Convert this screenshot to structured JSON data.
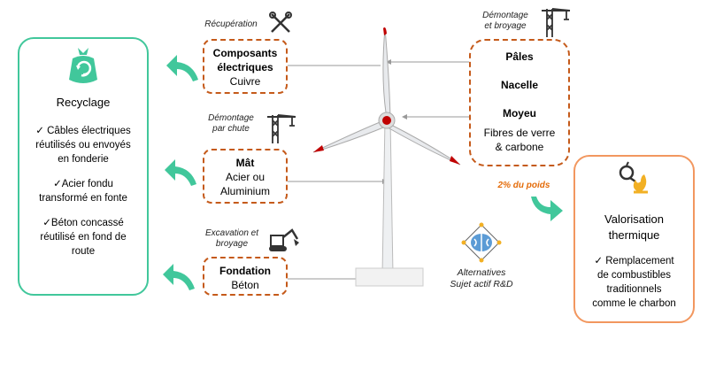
{
  "recycling": {
    "title": "Recyclage",
    "items": [
      {
        "lines": [
          "✓ Câbles électriques",
          "réutilisés ou envoyés",
          "en fonderie"
        ]
      },
      {
        "lines": [
          "✓Acier fondu",
          "transformé en fonte"
        ]
      },
      {
        "lines": [
          "✓Béton concassé",
          "réutilisé en fond de",
          "route"
        ]
      }
    ]
  },
  "components": [
    {
      "process": [
        "Récupération"
      ],
      "lines": [
        "Composants",
        "électriques",
        "Cuivre"
      ],
      "bold_count": 2
    },
    {
      "process": [
        "Démontage",
        "par chute"
      ],
      "lines": [
        "Mât",
        "Acier ou",
        "Aluminium"
      ],
      "bold_count": 1
    },
    {
      "process": [
        "Excavation et",
        "broyage"
      ],
      "lines": [
        "Fondation",
        "Béton"
      ],
      "bold_count": 1
    }
  ],
  "rotor": {
    "process": [
      "Démontage",
      "et broyage"
    ],
    "parts": [
      "Pâles",
      "Nacelle",
      "Moyeu"
    ],
    "material": [
      "Fibres de verre",
      "& carbone"
    ],
    "weight_label": "2% du poids"
  },
  "valorisation": {
    "title": [
      "Valorisation",
      "thermique"
    ],
    "items": [
      "✓ Remplacement",
      "de combustibles",
      "traditionnels",
      "comme le charbon"
    ]
  },
  "alternatives": {
    "lines": [
      "Alternatives",
      "Sujet actif R&D"
    ]
  },
  "colors": {
    "green": "#41c79b",
    "orange": "#c55a1a",
    "light_orange": "#f2975f",
    "red": "#c00000"
  },
  "icons": [
    "recycle-bag-icon",
    "tools-icon",
    "crane-icon",
    "excavator-icon",
    "fire-icon",
    "brain-network-icon"
  ]
}
